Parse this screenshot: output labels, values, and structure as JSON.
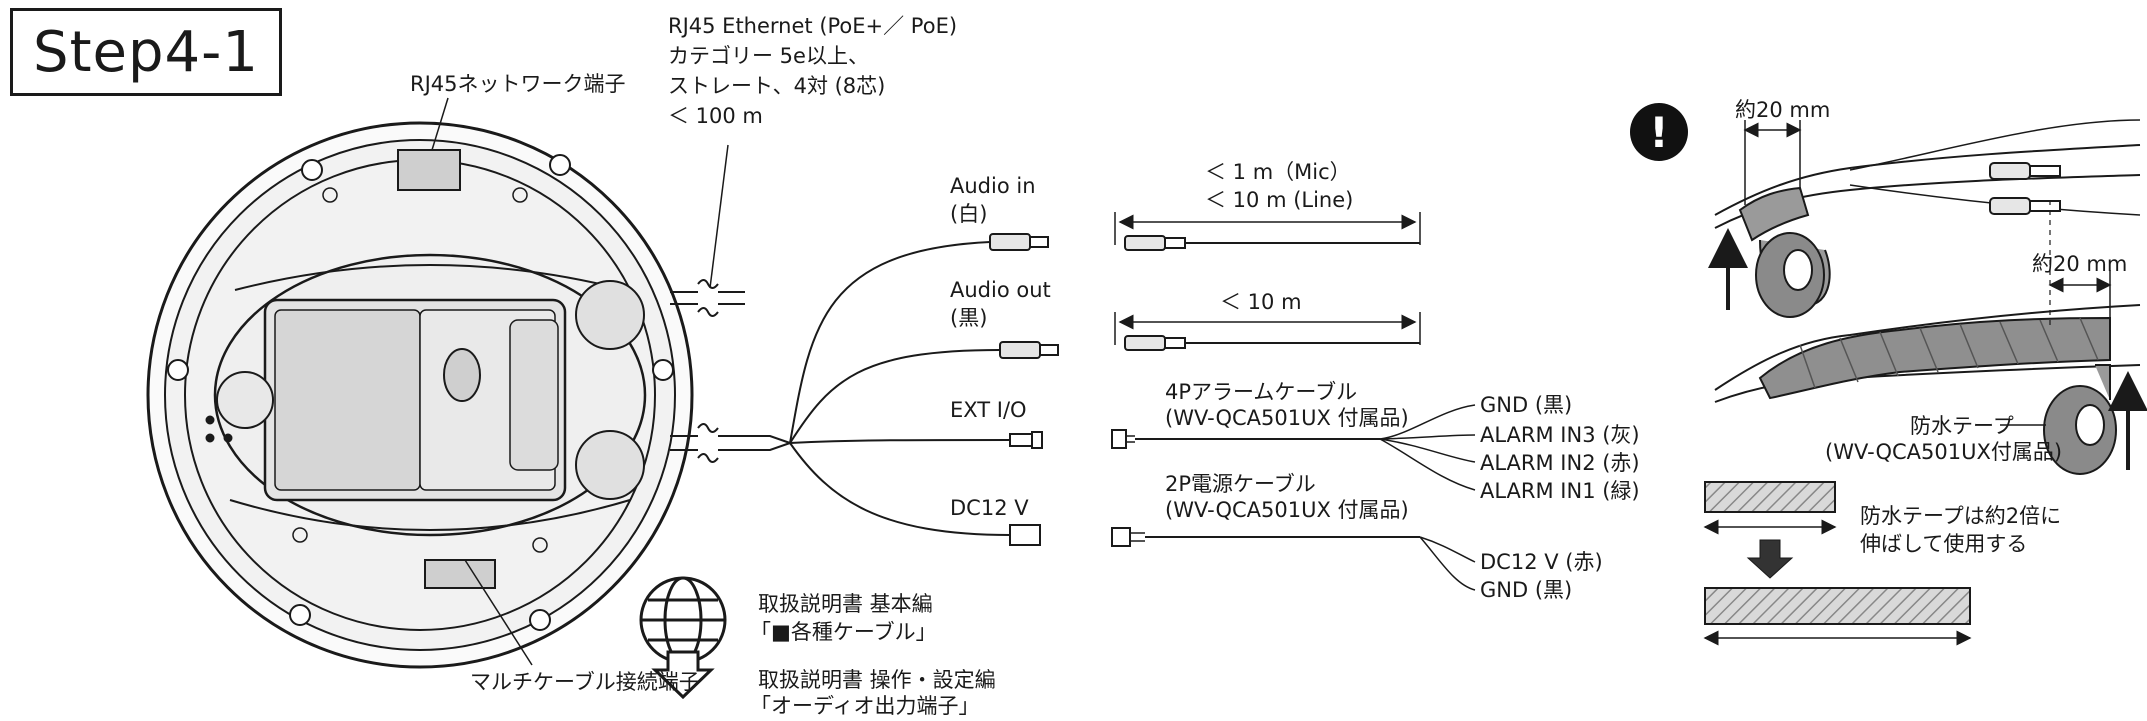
{
  "step_title": "Step4-1",
  "camera": {
    "rj45_label": "RJ45ネットワーク端子",
    "multi_cable_label": "マルチケーブル接続端子"
  },
  "ethernet": {
    "line1": "RJ45 Ethernet (PoE+／ PoE)",
    "line2": "カテゴリー 5e以上、",
    "line3": "ストレート、4対 (8芯)",
    "line4": "＜ 100 m"
  },
  "cables": {
    "audio_in": {
      "name": "Audio in",
      "color": "(白)"
    },
    "audio_out": {
      "name": "Audio out",
      "color": "(黒)"
    },
    "ext_io": {
      "name": "EXT I/O"
    },
    "dc12v": {
      "name": "DC12 V"
    }
  },
  "lengths": {
    "audio_in_1": "＜ 1 m（Mic）",
    "audio_in_2": "＜ 10 m (Line)",
    "audio_out": "＜ 10 m"
  },
  "alarm_cable": {
    "line1": "4Pアラームケーブル",
    "line2": "(WV-QCA501UX 付属品)",
    "wires": [
      "GND (黒)",
      "ALARM IN3 (灰)",
      "ALARM IN2 (赤)",
      "ALARM IN1 (緑)"
    ]
  },
  "power_cable": {
    "line1": "2P電源ケーブル",
    "line2": "(WV-QCA501UX 付属品)",
    "wires": [
      "DC12 V (赤)",
      "GND (黒)"
    ]
  },
  "manual": {
    "ref1_line1": "取扱説明書 基本編",
    "ref1_line2": "「■各種ケーブル」",
    "ref2_line1": "取扱説明書 操作・設定編",
    "ref2_line2": "「オーディオ出力端子」"
  },
  "tape": {
    "dim_top": "約20 mm",
    "dim_right": "約20 mm",
    "label_line1": "防水テープ",
    "label_line2": "(WV-QCA501UX付属品)",
    "stretch_line1": "防水テープは約2倍に",
    "stretch_line2": "伸ばして使用する"
  }
}
